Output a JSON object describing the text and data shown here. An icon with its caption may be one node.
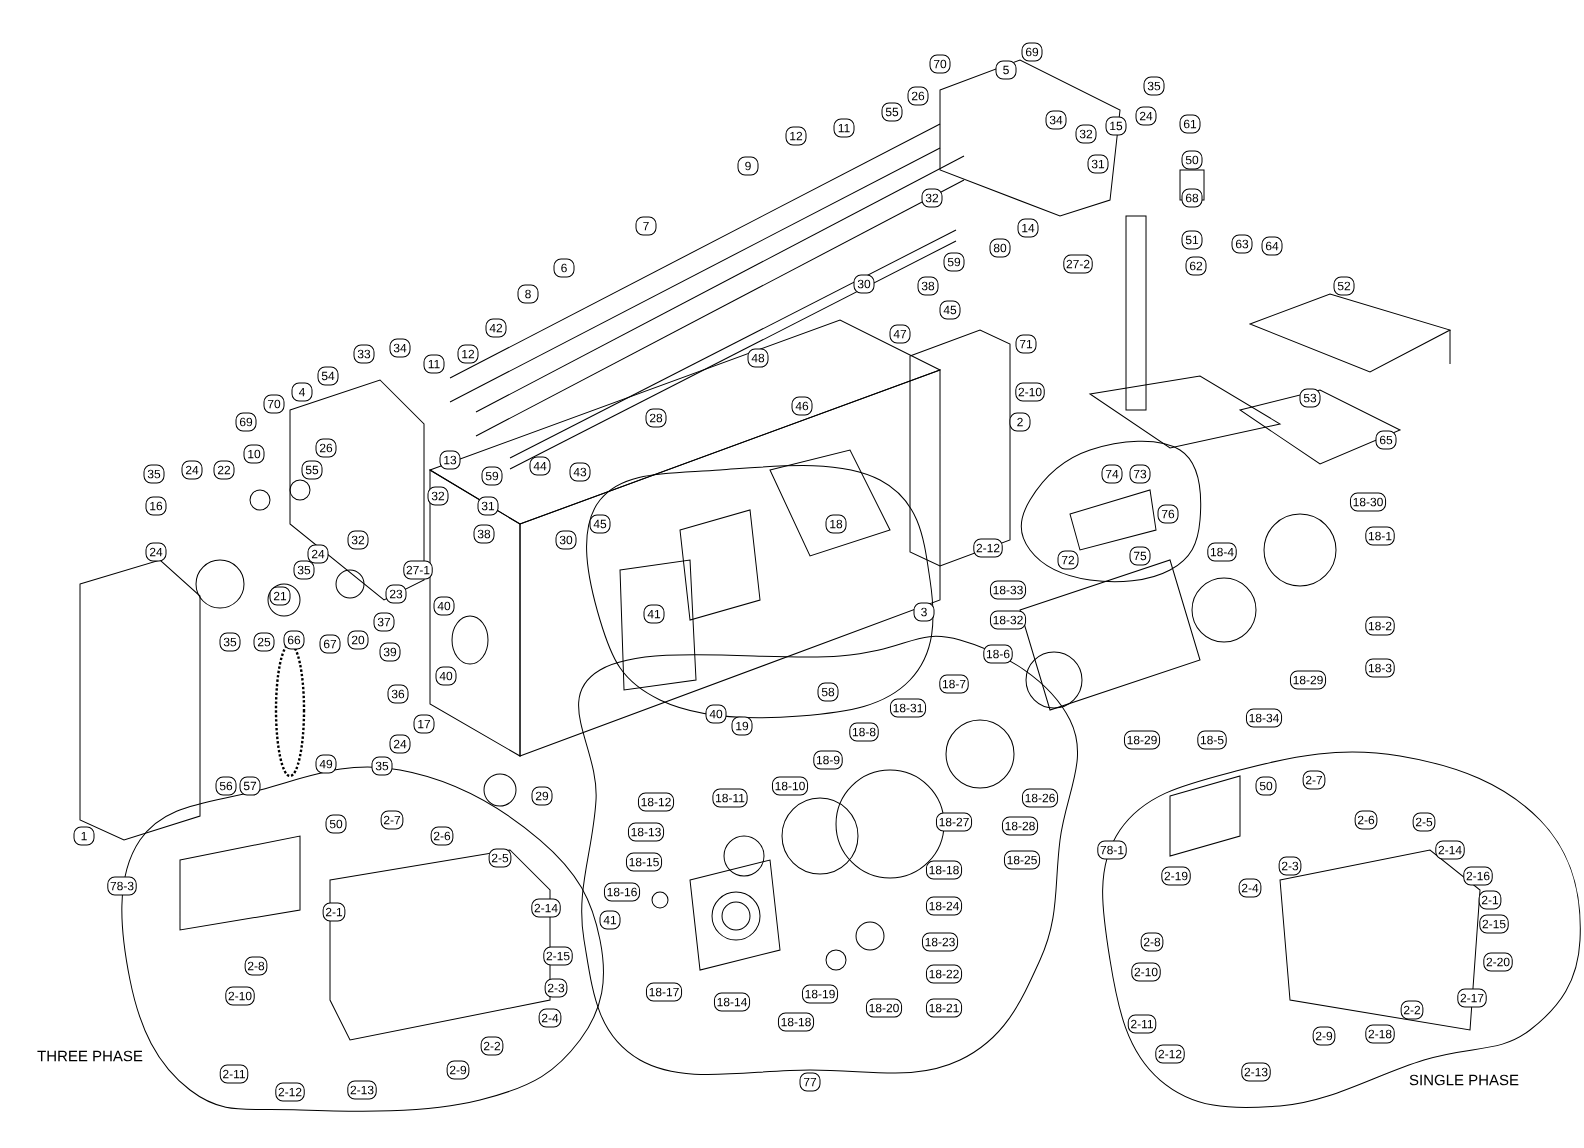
{
  "diagram": {
    "labels": [
      "70",
      "69",
      "5",
      "35",
      "26",
      "34",
      "24",
      "15",
      "55",
      "61",
      "11",
      "12",
      "32",
      "31",
      "50",
      "9",
      "68",
      "32",
      "7",
      "14",
      "51",
      "63",
      "64",
      "80",
      "59",
      "27-2",
      "62",
      "6",
      "30",
      "38",
      "52",
      "8",
      "45",
      "42",
      "47",
      "71",
      "33",
      "34",
      "12",
      "48",
      "11",
      "54",
      "4",
      "2-10",
      "53",
      "70",
      "46",
      "28",
      "2",
      "69",
      "65",
      "26",
      "10",
      "13",
      "44",
      "22",
      "24",
      "35",
      "55",
      "43",
      "74",
      "73",
      "59",
      "32",
      "18-30",
      "16",
      "31",
      "76",
      "45",
      "18",
      "38",
      "18-1",
      "32",
      "30",
      "2-12",
      "18-4",
      "24",
      "24",
      "72",
      "75",
      "27-1",
      "35",
      "18-33",
      "21",
      "23",
      "40",
      "3",
      "41",
      "18-32",
      "37",
      "18-2",
      "25",
      "35",
      "66",
      "67",
      "20",
      "39",
      "18-6",
      "18-3",
      "40",
      "18-29",
      "18-7",
      "58",
      "36",
      "18-31",
      "40",
      "18-34",
      "17",
      "19",
      "18-8",
      "18-29",
      "18-5",
      "24",
      "18-9",
      "49",
      "35",
      "56",
      "57",
      "18-10",
      "50",
      "2-7",
      "29",
      "18-11",
      "18-12",
      "18-26",
      "2-7",
      "50",
      "2-6",
      "2-5",
      "18-27",
      "18-28",
      "18-13",
      "1",
      "2-6",
      "2-14",
      "78-1",
      "2-5",
      "18-25",
      "18-15",
      "2-3",
      "18-18",
      "2-16",
      "2-19",
      "78-3",
      "2-4",
      "18-16",
      "2-1",
      "18-24",
      "2-14",
      "2-1",
      "41",
      "2-15",
      "18-23",
      "2-8",
      "2-15",
      "2-20",
      "2-8",
      "2-10",
      "18-22",
      "2-3",
      "18-17",
      "18-19",
      "2-10",
      "2-17",
      "18-14",
      "18-20",
      "18-21",
      "2-2",
      "2-4",
      "18-18",
      "2-11",
      "2-9",
      "2-18",
      "2-2",
      "2-12",
      "THREE PHASE",
      "2-9",
      "2-13",
      "2-11",
      "SINGLE PHASE",
      "77",
      "2-13",
      "2-12"
    ]
  }
}
